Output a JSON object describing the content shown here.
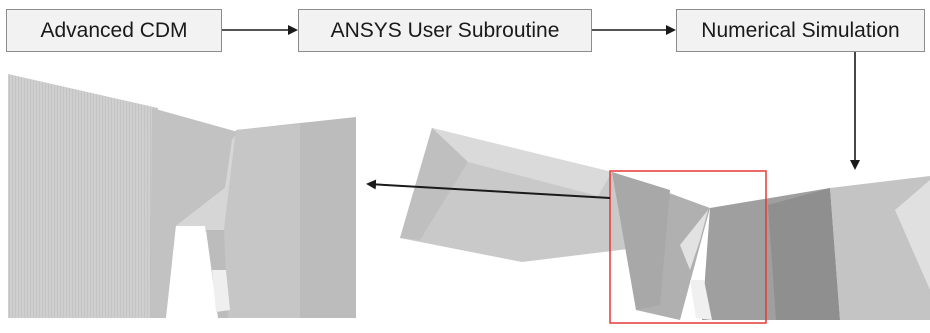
{
  "flow": {
    "steps": [
      {
        "label": "Advanced CDM"
      },
      {
        "label": "ANSYS User Subroutine"
      },
      {
        "label": "Numerical Simulation"
      }
    ]
  },
  "colors": {
    "box_fill": "#f2f2f2",
    "box_border": "#8c8c8c",
    "arrow": "#1a1a1a",
    "highlight": "#e53935",
    "mesh_light": "#c8c8c8",
    "mesh_mid": "#b4b4b4",
    "mesh_dark": "#9a9a9a"
  }
}
